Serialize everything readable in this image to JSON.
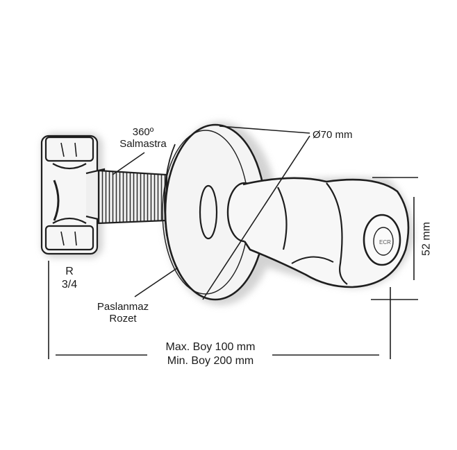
{
  "labels": {
    "swivel_angle": "360º",
    "swivel_name": "Salmastra",
    "diameter": "Ø70 mm",
    "height": "52 mm",
    "thread_r": "R",
    "thread_size": "3/4",
    "rosette_line1": "Paslanmaz",
    "rosette_line2": "Rozet",
    "max_length": "Max. Boy 100 mm",
    "min_length": "Min.  Boy 200 mm"
  },
  "colors": {
    "line": "#1e1e1e",
    "shadow": "#d0d0d0",
    "metal": "#f4f4f4"
  }
}
